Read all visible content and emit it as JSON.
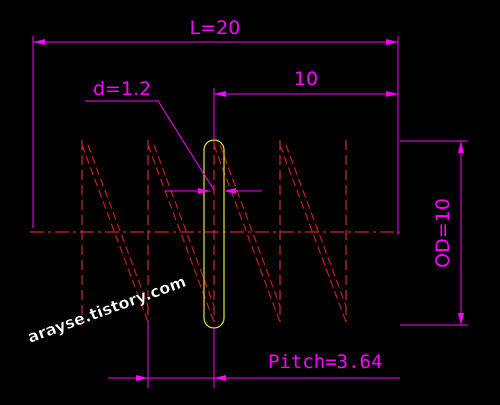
{
  "dimensions": {
    "length": "L=20",
    "half_length": "10",
    "wire_diameter": "d=1.2",
    "outer_diameter": "OD=10",
    "pitch": "Pitch=3.64"
  },
  "watermark": "arayse.tistory.com",
  "colors": {
    "background": "#000000",
    "dimension": "#ff00ff",
    "centerline": "#ff3030",
    "spring": "#c81e1e",
    "coil_outline": "#e6e632",
    "watermark": "#ffffff"
  }
}
